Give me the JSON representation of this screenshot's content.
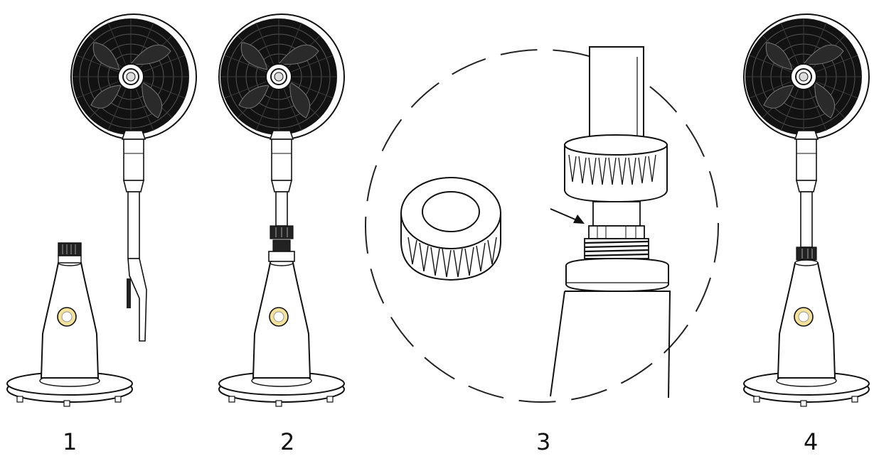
{
  "steps": [
    {
      "label": "1"
    },
    {
      "label": "2"
    },
    {
      "label": "3"
    },
    {
      "label": "4"
    }
  ],
  "colors": {
    "ink": "#111111",
    "knob": "#f4e29a",
    "paper": "#ffffff"
  },
  "icons": [
    "fan-head-icon",
    "base-icon",
    "coupling-nut-icon",
    "arrow-icon"
  ]
}
